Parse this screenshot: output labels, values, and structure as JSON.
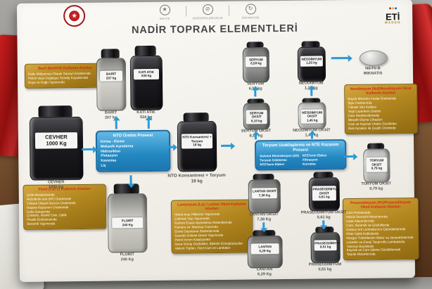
{
  "palette": {
    "arrow": "#2a9ad4",
    "gold_box": "#b3871f",
    "gold_title_red": "#d32a10",
    "blue_box": "#2388c2",
    "board_bg": "#f4f2ec",
    "red_cloth": "#c01818",
    "wood": "#6a4527"
  },
  "header": {
    "title": "NADİR TOPRAK ELEMENTLERİ",
    "emblem": "tc-government-emblem",
    "badges": [
      {
        "icon": "star",
        "label": "KALİTE"
      },
      {
        "icon": "sustainability",
        "label": "SÜRDÜRÜLEBİLİRLİK"
      },
      {
        "icon": "innovation",
        "label": "İNOVASYON"
      }
    ],
    "logo": {
      "name": "ETİ",
      "sub": "MADEN"
    }
  },
  "process_boxes": {
    "nto": {
      "title": "NTO Üretim Prosesi",
      "steps": [
        "Kırma - Eleme",
        "Mekanik Aşındırma",
        "Hidrosiklon",
        "Flotasyon",
        "Kavurma",
        "Liç"
      ]
    },
    "thorium": {
      "title": "Toryum Uzaklaştırma ve NTE Kazanım Prosesi",
      "left_steps": [
        "Solvent Ekstraksiyon (SX)",
        "Toryum Çöktürme",
        "NTO'ların Eldesi"
      ],
      "right_steps": [
        "NTE'lerin Eldesi",
        "Filtrasyon",
        "Kurutma"
      ]
    }
  },
  "usage_boxes": {
    "barit": {
      "title": "Barit (BaSO4) Kullanım Alanları",
      "items": [
        "Katkı Malzemesi Olarak Sanayi Ürünlerinde",
        "Petrol veya Doğalgaz Sondaj Kuyularında",
        "Boya ve Kağıt Yapımında"
      ]
    },
    "florit": {
      "title": "Florit (CaF2) Kullanım Alanları",
      "items": [
        "Çelik Metalürjisinde",
        "Hidroflorik Asit (HF) Üretiminde",
        "Yüksek Oktanlı Benzin Üretiminde",
        "Haşere İlaçlarının Üretiminde",
        "Gıda Sanayinde",
        "Çimento, Renkli Cam, Optik",
        "Plastik Endüstrisinde",
        "Seramik Yapımında"
      ]
    },
    "lantan": {
      "title": "Lantanyum (La) / Lantan Oksit Kullanım Alanları",
      "items": [
        "Hibrid Araç Pillerinin Yapımında",
        "Çakmak Taşı Yapımında",
        "Karbon Esaslı Aydınlatma Sistemlerinde",
        "Kamera ve Teleskop Camında",
        "Enerji Depolama Sistemlerinde",
        "Granülü Dökme Demir Yapımında",
        "Petrol Arıtım Katalizörleri",
        "Gece Görüş Gözlükleri, Elektrik Dönüştürücüler",
        "Vakum Tüpleri, Özel Cam ve Lambalar"
      ]
    },
    "neodimyum": {
      "title": "Neodimyum (Nd)/Neodimyum Oksit Kullanım Alanları",
      "items": [
        "Büyük Mıknatıs İmalat Üretiminde",
        "Şişe Camlarında",
        "Yüksek Ses Kalitesi",
        "Yeşil Lazerlerin Üretimi",
        "Cam Renklendirmede",
        "Mesafe Ölçme Cihazları",
        "Cam ve Kaynak Üretim Gözlükleri",
        "Disk Aynaları ile Çeşitli Ürünlerde"
      ]
    },
    "praseodimyum": {
      "title": "Praseodimyum (Pr)/Praseodimyum Oksit Kullanım Alanları",
      "items": [
        "Cam Parlatmada",
        "Hibrid Otomobil Motorlarında",
        "Uçak Alaşımlarında",
        "Cam, Seramik ve Gözlüklerde",
        "Karbon Ark Lambalarının Çekirdeklerinde",
        "Fiber Optik Kablolarda",
        "Rüzgar Türbinlerinin Motor ve Jeneratörlerinde",
        "Lazerler ve Enerji Tasarruflu Lambalarda",
        "Yanmaz Boyalarda",
        "Kaynak ve Cam İşleme Gözlüklerinde",
        "Toprak Motorlarında"
      ]
    }
  },
  "bottles": {
    "cevher": {
      "label": "CEVHER",
      "amount": "1000 Kg"
    },
    "barit": {
      "label": "BARİT",
      "amount": "207 kg"
    },
    "kati_atik": {
      "label": "KATI ATIK",
      "amount": "534 kg"
    },
    "florit": {
      "label": "FLORİT",
      "amount": "240 Kg"
    },
    "nto": {
      "label": "NTO Konsantresi + Toryum",
      "amount": "19 kg"
    },
    "seryum": {
      "label": "SERYUM",
      "amount": "6,59 kg"
    },
    "neodimyum": {
      "label": "NEODİMYUM",
      "amount": "1,25 kg"
    },
    "seryum_oksit": {
      "label": "SERYUM OKSİT",
      "amount": "8,10 kg"
    },
    "neodimyum_oksit": {
      "label": "NEODİMYUM OKSİT",
      "amount": "1,45 kg"
    },
    "lantan_oksit": {
      "label": "LANTAN OKSİT",
      "amount": "7,38 Kg"
    },
    "praseodimyum_oksit": {
      "label": "PRASEODİMYUM OKSİT",
      "amount": "0,61 kg"
    },
    "lantan": {
      "label": "LANTAN",
      "amount": "6,29 Kg"
    },
    "praseodimyum": {
      "label": "PRASEODİMYUM",
      "amount": "0,51 kg"
    },
    "toryum_oksit": {
      "label": "TORYUM OKSİT",
      "amount": "0,79 kg"
    }
  },
  "magnet": {
    "label": "Nd-Fe-B",
    "sublabel": "MIKNATIS"
  }
}
